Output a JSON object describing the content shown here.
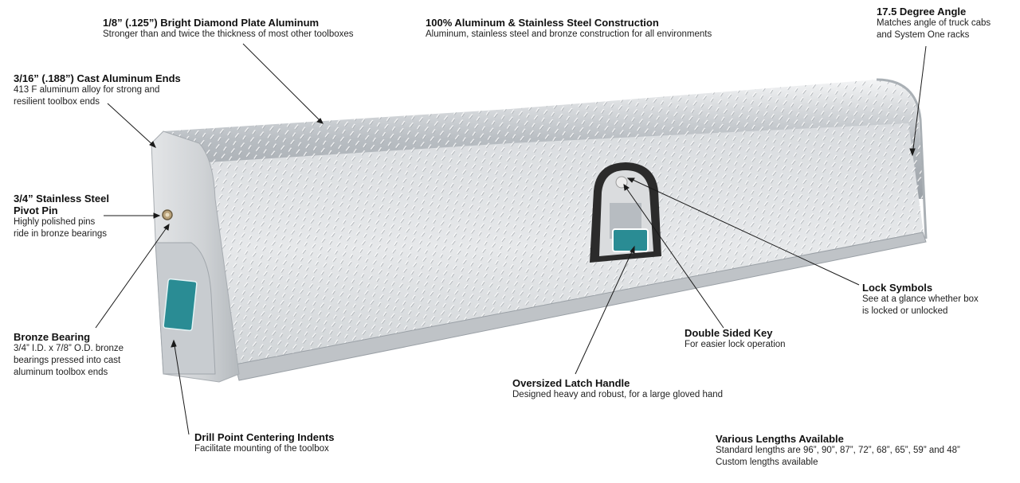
{
  "diagram": {
    "subject": "Diamond plate aluminum truck toolbox",
    "colors": {
      "metal_light": "#e8eaec",
      "metal_mid": "#c4c8cc",
      "metal_dark": "#8d9399",
      "label_teal": "#2a8c94",
      "latch_frame": "#2b2b2b",
      "leader_line": "#1a1a1a"
    }
  },
  "callouts": {
    "diamond_plate": {
      "title": "1/8” (.125”) Bright Diamond Plate Aluminum",
      "desc": "Stronger than and twice the thickness of most other toolboxes"
    },
    "construction": {
      "title": "100% Aluminum & Stainless Steel Construction",
      "desc": "Aluminum, stainless steel and bronze construction for all environments"
    },
    "angle": {
      "title": "17.5 Degree Angle",
      "desc": "Matches angle of truck cabs\nand System One racks"
    },
    "cast_ends": {
      "title": "3/16” (.188”) Cast Aluminum Ends",
      "desc": "413 F aluminum alloy for strong and\nresilient toolbox ends"
    },
    "pivot_pin": {
      "title": "3/4” Stainless Steel\nPivot Pin",
      "desc": "Highly polished pins\nride in bronze bearings"
    },
    "bronze_bearing": {
      "title": "Bronze Bearing",
      "desc": "3/4” I.D. x 7/8” O.D. bronze\nbearings pressed into cast\naluminum toolbox ends"
    },
    "lock_symbols": {
      "title": "Lock Symbols",
      "desc": "See at a glance whether box\nis locked or unlocked"
    },
    "double_key": {
      "title": "Double Sided Key",
      "desc": "For easier lock operation"
    },
    "latch_handle": {
      "title": "Oversized Latch Handle",
      "desc": "Designed heavy and robust, for a large gloved hand"
    },
    "drill_point": {
      "title": "Drill Point Centering Indents",
      "desc": "Facilitate mounting of the toolbox"
    },
    "lengths": {
      "title": "Various Lengths Available",
      "desc": "Standard lengths are 96”, 90”, 87”, 72”, 68”, 65”, 59” and 48”\nCustom lengths available"
    }
  }
}
